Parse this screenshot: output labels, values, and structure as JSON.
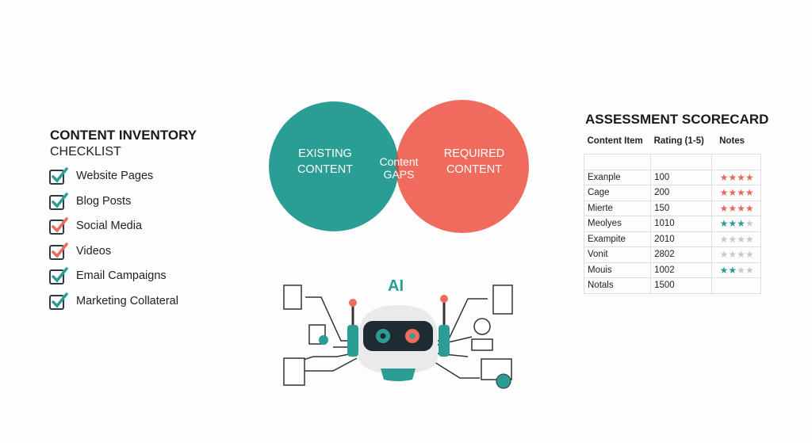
{
  "checklist": {
    "title": "CONTENT INVENTORY",
    "subtitle": "CHECKLIST",
    "items": [
      {
        "label": "Website Pages",
        "color": "#2a9d95"
      },
      {
        "label": "Blog Posts",
        "color": "#2a9d95"
      },
      {
        "label": "Social Media",
        "color": "#e8685a"
      },
      {
        "label": "Videos",
        "color": "#e8685a"
      },
      {
        "label": "Email Campaigns",
        "color": "#2a9d95"
      },
      {
        "label": "Marketing Collateral",
        "color": "#2a9d95"
      }
    ]
  },
  "venn": {
    "left": "EXISTING CONTENT",
    "right": "REQUIRED CONTENT",
    "overlap": "Content GAPS",
    "left_color": "#2a9d95",
    "right_color": "#ee6b5d"
  },
  "ai": {
    "label": "AI"
  },
  "scorecard": {
    "title": "ASSESSMENT SCORECARD",
    "headers": [
      "Content Item",
      "Rating (1-5)",
      "Notes"
    ],
    "rows": [
      {
        "item": "Exanple",
        "rating": "100",
        "stars": 4,
        "color": "#e8685a"
      },
      {
        "item": "Cage",
        "rating": "200",
        "stars": 4,
        "color": "#e8685a"
      },
      {
        "item": "Mierte",
        "rating": "150",
        "stars": 4,
        "color": "#e8685a"
      },
      {
        "item": "Meolyes",
        "rating": "1010",
        "stars": 3,
        "color": "#2a9d95"
      },
      {
        "item": "Exampite",
        "rating": "2010",
        "stars": 0,
        "color": "#2a9d95"
      },
      {
        "item": "Vonit",
        "rating": "2802",
        "stars": 0,
        "color": "#2a9d95"
      },
      {
        "item": "Mouis",
        "rating": "1002",
        "stars": 2,
        "color": "#2a9d95"
      },
      {
        "item": "Notals",
        "rating": "1500",
        "stars": null,
        "color": "#2a9d95"
      }
    ]
  }
}
